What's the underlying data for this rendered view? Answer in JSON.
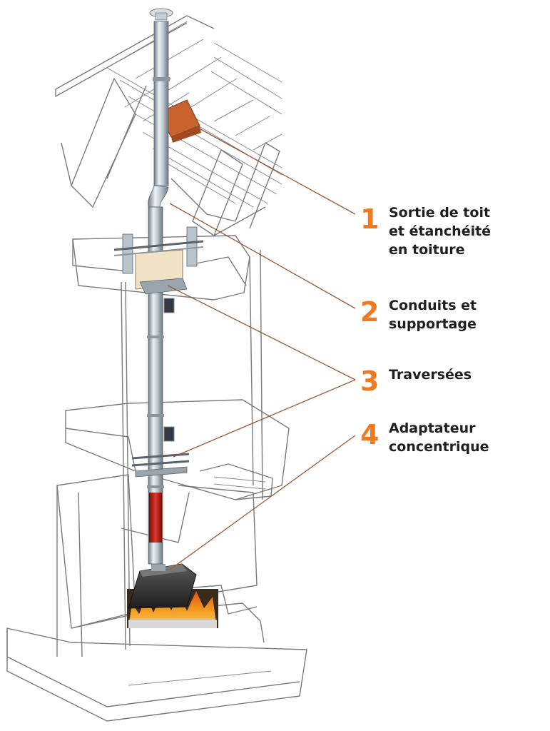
{
  "callouts": [
    {
      "number": "1",
      "label": "Sortie de toit\net étanchéité\nen toiture"
    },
    {
      "number": "2",
      "label": "Conduits et\nsupportage"
    },
    {
      "number": "3",
      "label": "Traversées"
    },
    {
      "number": "4",
      "label": "Adaptateur\nconcentrique"
    }
  ],
  "colors": {
    "accent": "#f07a22",
    "text": "#1f1f1f",
    "leader": "#9a5a36",
    "flashing": "#c8632e",
    "pipe": "#b9c3cc",
    "fire": "#f5a623",
    "hood": "#2e2e2e"
  }
}
